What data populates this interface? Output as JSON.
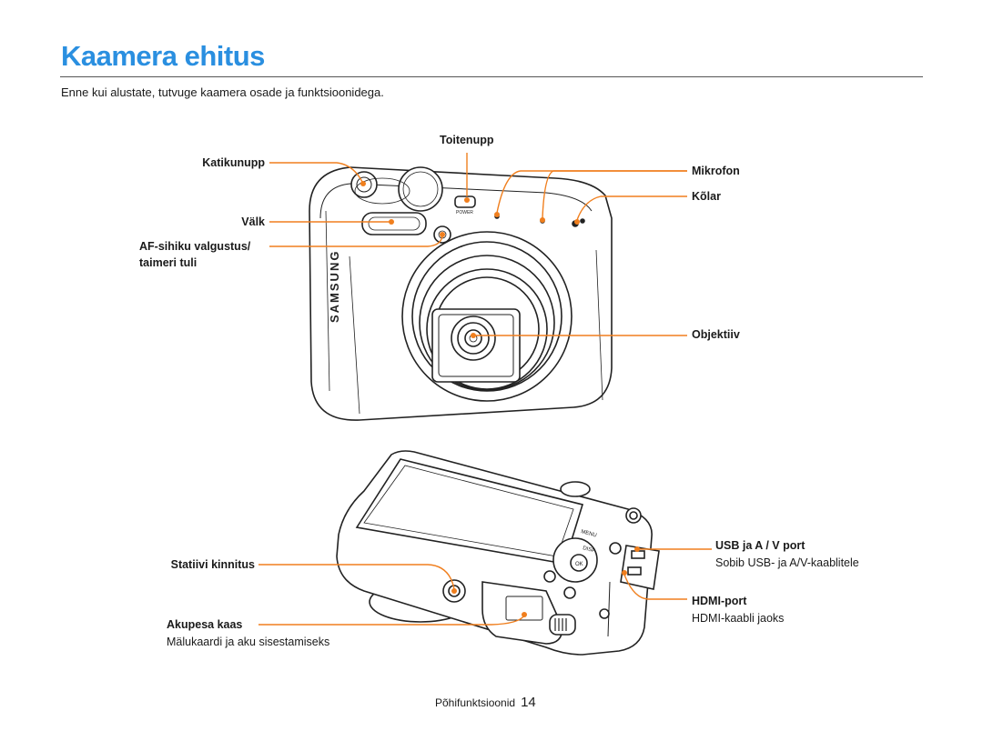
{
  "page": {
    "title": "Kaamera ehitus",
    "subtitle": "Enne kui alustate, tutvuge kaamera osade ja funktsioonidega.",
    "footer_section": "Põhifunktsioonid",
    "footer_page": "14"
  },
  "colors": {
    "title": "#2a8fe0",
    "leader": "#f07f1e",
    "outline": "#222222"
  },
  "front_labels": {
    "power": "Toitenupp",
    "shutter": "Katikunupp",
    "microphone": "Mikrofon",
    "speaker": "Kõlar",
    "flash": "Välk",
    "af_line1": "AF-sihiku valgustus/",
    "af_line2": "taimeri tuli",
    "lens": "Objektiiv"
  },
  "back_labels": {
    "usb": "USB ja A / V port",
    "usb_desc": "Sobib USB- ja A/V-kaablitele",
    "tripod": "Statiivi kinnitus",
    "hdmi": "HDMI-port",
    "hdmi_desc": "HDMI-kaabli jaoks",
    "battery": "Akupesa kaas",
    "battery_desc": "Mälukaardi ja aku sisestamiseks"
  },
  "camera_markings": {
    "brand": "SAMSUNG",
    "menu": "MENU",
    "disp": "DISP",
    "ok": "OK",
    "power": "POWER"
  }
}
